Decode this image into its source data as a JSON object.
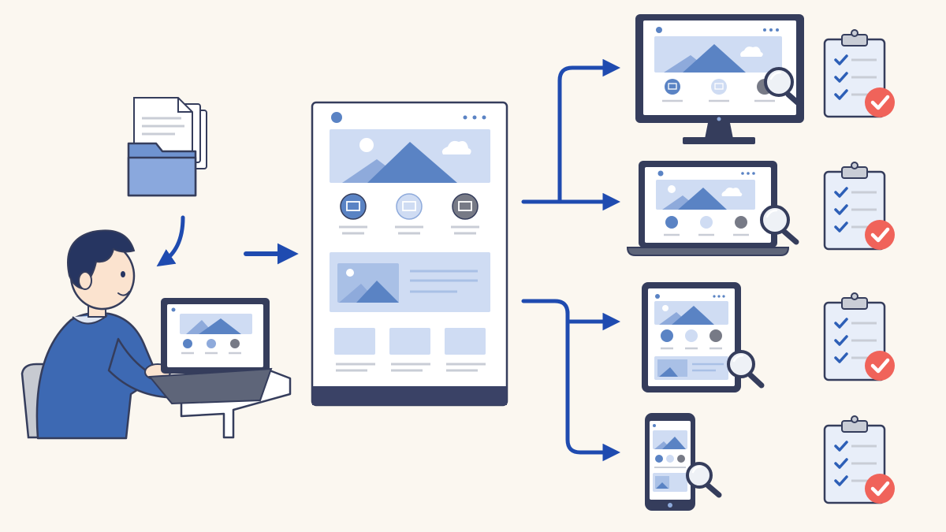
{
  "colors": {
    "background": "#fbf7f0",
    "outline": "#353d5c",
    "arrow": "#1f4bb0",
    "panel_fill": "#cfdcf3",
    "mountain": "#5a83c4",
    "mountain_light": "#8eaadb",
    "line_gray": "#c9cdd6",
    "check_blue": "#2d5fb7",
    "badge_red": "#f0635a",
    "clipboard_fill": "#e8eef9",
    "shirt": "#3d69b3",
    "hair": "#263561",
    "skin": "#fbe3cf",
    "folder": "#6f93d0",
    "chair": "#c7cad1",
    "page_dark": "#3a4266"
  },
  "icons": [
    "documents-icon",
    "folder-icon",
    "person-icon",
    "laptop-icon",
    "wireframe-page-icon",
    "desktop-monitor-icon",
    "laptop-device-icon",
    "tablet-icon",
    "smartphone-icon",
    "magnifier-icon",
    "checklist-clipboard-icon",
    "checkmark-badge-icon"
  ],
  "devices": [
    "desktop",
    "laptop",
    "tablet",
    "phone"
  ]
}
